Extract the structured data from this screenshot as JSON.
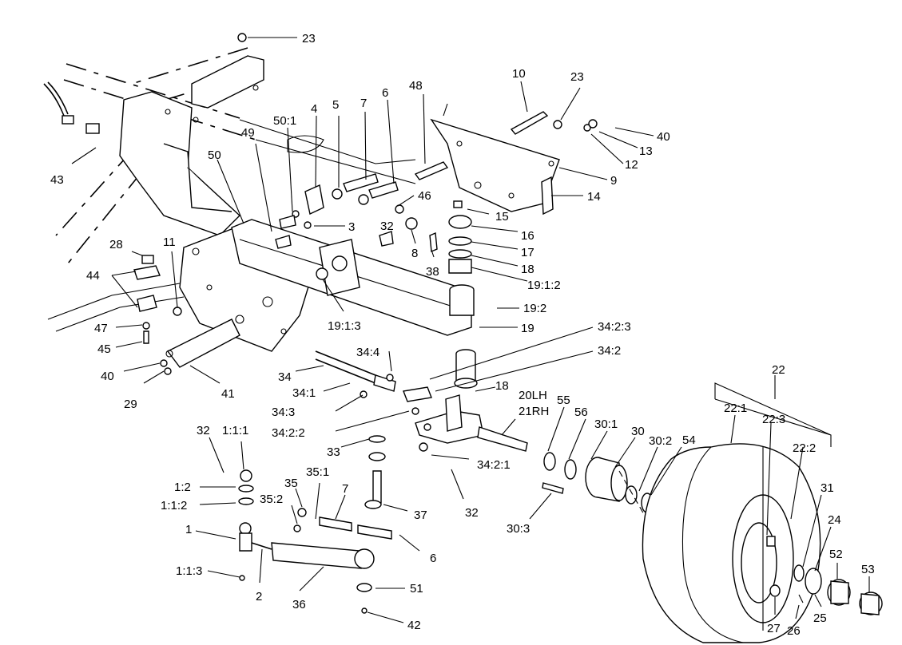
{
  "diagram": {
    "callouts": [
      {
        "id": "c23a",
        "text": "23"
      },
      {
        "id": "c10",
        "text": "10"
      },
      {
        "id": "c23b",
        "text": "23"
      },
      {
        "id": "c48",
        "text": "48"
      },
      {
        "id": "c40a",
        "text": "40"
      },
      {
        "id": "c13",
        "text": "13"
      },
      {
        "id": "c12",
        "text": "12"
      },
      {
        "id": "c9",
        "text": "9"
      },
      {
        "id": "c14",
        "text": "14"
      },
      {
        "id": "c43",
        "text": "43"
      },
      {
        "id": "c50_1",
        "text": "50:1"
      },
      {
        "id": "c4",
        "text": "4"
      },
      {
        "id": "c5",
        "text": "5"
      },
      {
        "id": "c7a",
        "text": "7"
      },
      {
        "id": "c6a",
        "text": "6"
      },
      {
        "id": "c49",
        "text": "49"
      },
      {
        "id": "c50",
        "text": "50"
      },
      {
        "id": "c46",
        "text": "46"
      },
      {
        "id": "c15",
        "text": "15"
      },
      {
        "id": "c16",
        "text": "16"
      },
      {
        "id": "c17",
        "text": "17"
      },
      {
        "id": "c18a",
        "text": "18"
      },
      {
        "id": "c19_1_2",
        "text": "19:1:2"
      },
      {
        "id": "c3",
        "text": "3"
      },
      {
        "id": "c32a",
        "text": "32"
      },
      {
        "id": "c8",
        "text": "8"
      },
      {
        "id": "c38",
        "text": "38"
      },
      {
        "id": "c28",
        "text": "28"
      },
      {
        "id": "c11",
        "text": "11"
      },
      {
        "id": "c44",
        "text": "44"
      },
      {
        "id": "c19_2",
        "text": "19:2"
      },
      {
        "id": "c19",
        "text": "19"
      },
      {
        "id": "c19_1_3",
        "text": "19:1:3"
      },
      {
        "id": "c47",
        "text": "47"
      },
      {
        "id": "c45",
        "text": "45"
      },
      {
        "id": "c40b",
        "text": "40"
      },
      {
        "id": "c29",
        "text": "29"
      },
      {
        "id": "c41",
        "text": "41"
      },
      {
        "id": "c34_4",
        "text": "34:4"
      },
      {
        "id": "c34_2_3",
        "text": "34:2:3"
      },
      {
        "id": "c34_2",
        "text": "34:2"
      },
      {
        "id": "c34",
        "text": "34"
      },
      {
        "id": "c34_1",
        "text": "34:1"
      },
      {
        "id": "c34_3",
        "text": "34:3"
      },
      {
        "id": "c18b",
        "text": "18"
      },
      {
        "id": "c20lh",
        "text": "20LH"
      },
      {
        "id": "c21rh",
        "text": "21RH"
      },
      {
        "id": "c55",
        "text": "55"
      },
      {
        "id": "c56",
        "text": "56"
      },
      {
        "id": "c30_1",
        "text": "30:1"
      },
      {
        "id": "c30",
        "text": "30"
      },
      {
        "id": "c30_2",
        "text": "30:2"
      },
      {
        "id": "c54",
        "text": "54"
      },
      {
        "id": "c34_2_2",
        "text": "34:2:2"
      },
      {
        "id": "c22",
        "text": "22"
      },
      {
        "id": "c22_1",
        "text": "22:1"
      },
      {
        "id": "c22_3",
        "text": "22:3"
      },
      {
        "id": "c22_2",
        "text": "22:2"
      },
      {
        "id": "c32b",
        "text": "32"
      },
      {
        "id": "c1_1_1",
        "text": "1:1:1"
      },
      {
        "id": "c33",
        "text": "33"
      },
      {
        "id": "c34_2_1",
        "text": "34:2:1"
      },
      {
        "id": "c1_2",
        "text": "1:2"
      },
      {
        "id": "c1_1_2",
        "text": "1:1:2"
      },
      {
        "id": "c35",
        "text": "35"
      },
      {
        "id": "c35_1",
        "text": "35:1"
      },
      {
        "id": "c35_2",
        "text": "35:2"
      },
      {
        "id": "c7b",
        "text": "7"
      },
      {
        "id": "c37",
        "text": "37"
      },
      {
        "id": "c32c",
        "text": "32"
      },
      {
        "id": "c30_3",
        "text": "30:3"
      },
      {
        "id": "c1",
        "text": "1"
      },
      {
        "id": "c6b",
        "text": "6"
      },
      {
        "id": "c1_1_3",
        "text": "1:1:3"
      },
      {
        "id": "c2",
        "text": "2"
      },
      {
        "id": "c36",
        "text": "36"
      },
      {
        "id": "c51",
        "text": "51"
      },
      {
        "id": "c42",
        "text": "42"
      },
      {
        "id": "c31",
        "text": "31"
      },
      {
        "id": "c24",
        "text": "24"
      },
      {
        "id": "c52",
        "text": "52"
      },
      {
        "id": "c53",
        "text": "53"
      },
      {
        "id": "c25",
        "text": "25"
      },
      {
        "id": "c27",
        "text": "27"
      },
      {
        "id": "c26",
        "text": "26"
      }
    ]
  }
}
